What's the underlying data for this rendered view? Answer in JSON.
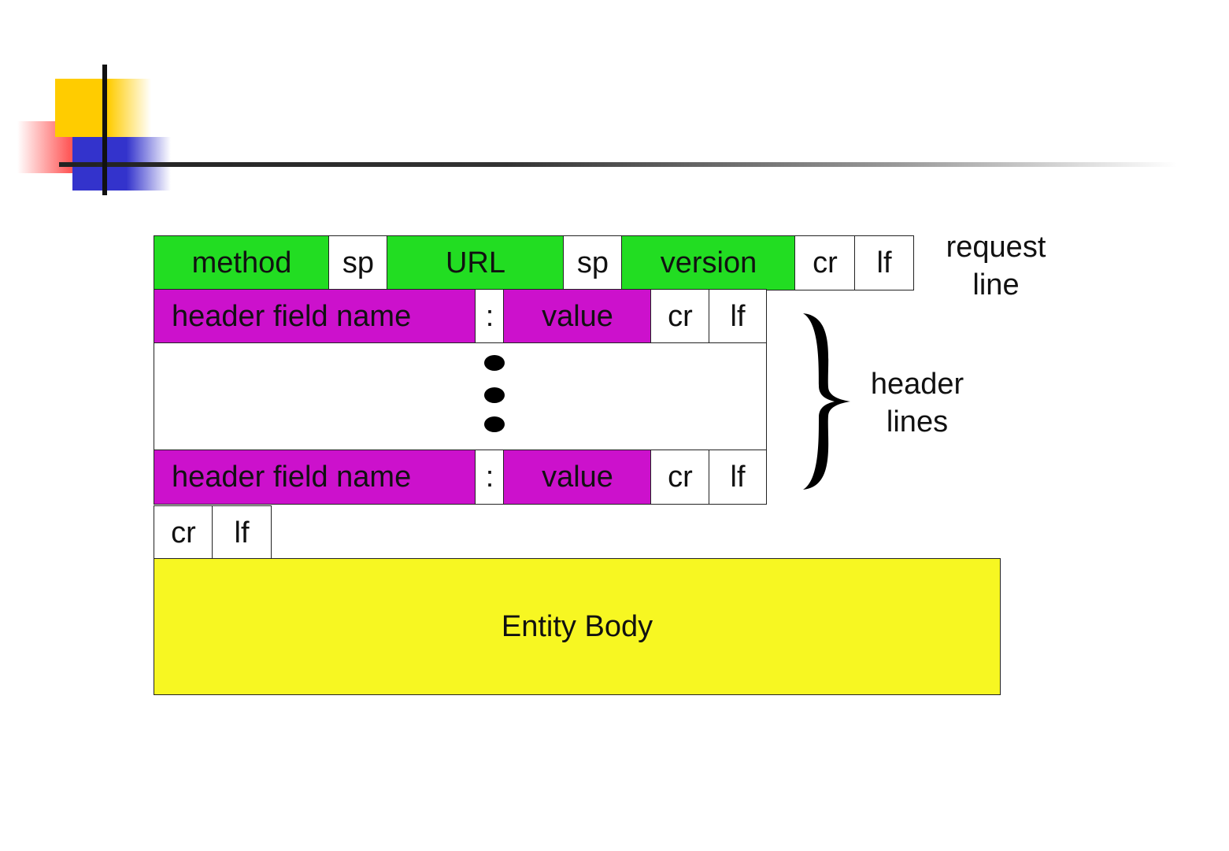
{
  "request_line": {
    "method": "method",
    "sp1": "sp",
    "url": "URL",
    "sp2": "sp",
    "version": "version",
    "cr": "cr",
    "lf": "lf",
    "label_line1": "request",
    "label_line2": "line"
  },
  "header_line_1": {
    "name": "header field name",
    "colon": ":",
    "value": "value",
    "cr": "cr",
    "lf": "lf"
  },
  "header_line_2": {
    "name": "header field name",
    "colon": ":",
    "value": "value",
    "cr": "cr",
    "lf": "lf"
  },
  "header_lines_label": {
    "line1": "header",
    "line2": "lines"
  },
  "blank_line": {
    "cr": "cr",
    "lf": "lf"
  },
  "entity_body": "Entity Body",
  "colors": {
    "request_line_fill": "#22dd22",
    "header_fill": "#cc11cc",
    "body_fill": "#f7f722"
  }
}
